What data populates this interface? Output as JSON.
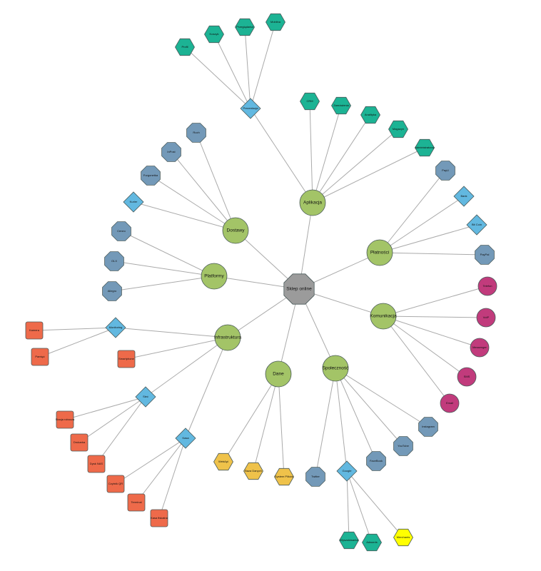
{
  "title": "Sklep online",
  "colors": {
    "root": "#9b9b9b",
    "hub": "#a3c467",
    "diamond": "#62b8e0",
    "octagon": "#7399b8",
    "teal": "#1cb394",
    "yellow_hex": "#efc24a",
    "merchants": "#ffff00",
    "circle": "#c13b7c",
    "square": "#ee6a4a",
    "edge": "#aaaaaa"
  },
  "nodes": [
    {
      "id": "root",
      "label": "Sklep online",
      "shape": "root",
      "color": "root",
      "parent": null
    },
    {
      "id": "aplikacja",
      "label": "Aplikacja",
      "shape": "hub",
      "color": "hub",
      "parent": "root"
    },
    {
      "id": "prezentacja",
      "label": "Prezentacja",
      "shape": "diamond",
      "color": "diamond",
      "parent": "aplikacja"
    },
    {
      "id": "profil",
      "label": "Profil",
      "shape": "hexagon",
      "color": "teal",
      "parent": "prezentacja"
    },
    {
      "id": "koszyk",
      "label": "Koszyk",
      "shape": "hexagon",
      "color": "teal",
      "parent": "prezentacja"
    },
    {
      "id": "przegladarka",
      "label": "Przeglądarka",
      "shape": "hexagon",
      "color": "teal",
      "parent": "prezentacja"
    },
    {
      "id": "mobilna",
      "label": "Mobilna",
      "shape": "hexagon",
      "color": "teal",
      "parent": "prezentacja"
    },
    {
      "id": "crm",
      "label": "CRM",
      "shape": "hexagon",
      "color": "teal",
      "parent": "aplikacja"
    },
    {
      "id": "zamowienia",
      "label": "Zamówienia",
      "shape": "hexagon",
      "color": "teal",
      "parent": "aplikacja"
    },
    {
      "id": "analityka",
      "label": "Analityka",
      "shape": "hexagon",
      "color": "teal",
      "parent": "aplikacja"
    },
    {
      "id": "magazyn",
      "label": "Magazyn",
      "shape": "hexagon",
      "color": "teal",
      "parent": "aplikacja"
    },
    {
      "id": "administratorzy",
      "label": "Administratorzy",
      "shape": "hexagon",
      "color": "teal",
      "parent": "aplikacja"
    },
    {
      "id": "platnosci",
      "label": "Płatności",
      "shape": "hub",
      "color": "hub",
      "parent": "root"
    },
    {
      "id": "payu",
      "label": "PayU",
      "shape": "octagon",
      "color": "octagon",
      "parent": "platnosci"
    },
    {
      "id": "bank",
      "label": "Bank",
      "shape": "diamond",
      "color": "diamond",
      "parent": "platnosci"
    },
    {
      "id": "bitcoin",
      "label": "Bit Coin",
      "shape": "diamond",
      "color": "diamond",
      "parent": "platnosci"
    },
    {
      "id": "paypal",
      "label": "PayPal",
      "shape": "octagon",
      "color": "octagon",
      "parent": "platnosci"
    },
    {
      "id": "komunikacja",
      "label": "Komunikacja",
      "shape": "hub",
      "color": "hub",
      "parent": "root"
    },
    {
      "id": "telefon",
      "label": "Telefon",
      "shape": "circle",
      "color": "circle",
      "parent": "komunikacja"
    },
    {
      "id": "voip",
      "label": "VoIP",
      "shape": "circle",
      "color": "circle",
      "parent": "komunikacja"
    },
    {
      "id": "messenger",
      "label": "Messenger",
      "shape": "circle",
      "color": "circle",
      "parent": "komunikacja"
    },
    {
      "id": "sms",
      "label": "SMS",
      "shape": "circle",
      "color": "circle",
      "parent": "komunikacja"
    },
    {
      "id": "email",
      "label": "Email",
      "shape": "circle",
      "color": "circle",
      "parent": "komunikacja"
    },
    {
      "id": "spolecznosc",
      "label": "Społeczność",
      "shape": "hub",
      "color": "hub",
      "parent": "root"
    },
    {
      "id": "instagram",
      "label": "Instagram",
      "shape": "octagon",
      "color": "octagon",
      "parent": "spolecznosc"
    },
    {
      "id": "youtube",
      "label": "YouTube",
      "shape": "octagon",
      "color": "octagon",
      "parent": "spolecznosc"
    },
    {
      "id": "facebook",
      "label": "FaceBook",
      "shape": "octagon",
      "color": "octagon",
      "parent": "spolecznosc"
    },
    {
      "id": "twitter",
      "label": "Twitter",
      "shape": "octagon",
      "color": "octagon",
      "parent": "spolecznosc"
    },
    {
      "id": "google",
      "label": "Google",
      "shape": "diamond",
      "color": "diamond",
      "parent": "spolecznosc"
    },
    {
      "id": "wyszukiwarka",
      "label": "Wyszukiwarka",
      "shape": "hexagon",
      "color": "teal",
      "parent": "google"
    },
    {
      "id": "adwords",
      "label": "Adwords",
      "shape": "hexagon",
      "color": "teal",
      "parent": "google"
    },
    {
      "id": "merchants",
      "label": "Merchants",
      "shape": "hexagon",
      "color": "merchants",
      "parent": "google"
    },
    {
      "id": "dane",
      "label": "Dane",
      "shape": "hub",
      "color": "hub",
      "parent": "root"
    },
    {
      "id": "webapi",
      "label": "WebApi",
      "shape": "hexagon",
      "color": "yellow_hex",
      "parent": "dane"
    },
    {
      "id": "bazadanych",
      "label": "Baza Danych",
      "shape": "hexagon",
      "color": "yellow_hex",
      "parent": "dane"
    },
    {
      "id": "systemplikow",
      "label": "System Plików",
      "shape": "hexagon",
      "color": "yellow_hex",
      "parent": "dane"
    },
    {
      "id": "infrastruktura",
      "label": "Infrastruktura",
      "shape": "hub",
      "color": "hub",
      "parent": "root"
    },
    {
      "id": "monitoring",
      "label": "Monitoring",
      "shape": "diamond",
      "color": "diamond",
      "parent": "infrastruktura"
    },
    {
      "id": "kamera",
      "label": "Kamera",
      "shape": "square",
      "color": "square",
      "parent": "monitoring"
    },
    {
      "id": "pamiec",
      "label": "Pamięć",
      "shape": "square",
      "color": "square",
      "parent": "monitoring"
    },
    {
      "id": "smartphone",
      "label": "Smartphone",
      "shape": "square",
      "color": "square",
      "parent": "infrastruktura"
    },
    {
      "id": "siec",
      "label": "Sieć",
      "shape": "diamond",
      "color": "diamond",
      "parent": "infrastruktura"
    },
    {
      "id": "stacjarobocza",
      "label": "Stacja robocza",
      "shape": "square",
      "color": "square",
      "parent": "siec"
    },
    {
      "id": "drukarka",
      "label": "Drukarka",
      "shape": "square",
      "color": "square",
      "parent": "siec"
    },
    {
      "id": "dysknas",
      "label": "Dysk NAS",
      "shape": "square",
      "color": "square",
      "parent": "siec"
    },
    {
      "id": "kasa",
      "label": "Kasa",
      "shape": "diamond",
      "color": "diamond",
      "parent": "infrastruktura"
    },
    {
      "id": "czytnikqr",
      "label": "Czytnik QR",
      "shape": "square",
      "color": "square",
      "parent": "kasa"
    },
    {
      "id": "terminal",
      "label": "Terminal",
      "shape": "square",
      "color": "square",
      "parent": "kasa"
    },
    {
      "id": "kasafiskalna",
      "label": "Kasa fiskalna",
      "shape": "square",
      "color": "square",
      "parent": "kasa"
    },
    {
      "id": "platformy",
      "label": "Platformy",
      "shape": "hub",
      "color": "hub",
      "parent": "root"
    },
    {
      "id": "ceneo",
      "label": "Ceneo",
      "shape": "octagon",
      "color": "octagon",
      "parent": "platformy"
    },
    {
      "id": "olx",
      "label": "OLX",
      "shape": "octagon",
      "color": "octagon",
      "parent": "platformy"
    },
    {
      "id": "allegro",
      "label": "Allegro",
      "shape": "octagon",
      "color": "octagon",
      "parent": "platformy"
    },
    {
      "id": "dostawy",
      "label": "Dostawy",
      "shape": "hub",
      "color": "hub",
      "parent": "root"
    },
    {
      "id": "kurier",
      "label": "Kurier",
      "shape": "diamond",
      "color": "diamond",
      "parent": "dostawy"
    },
    {
      "id": "furgonetka",
      "label": "Furgonetka",
      "shape": "octagon",
      "color": "octagon",
      "parent": "dostawy"
    },
    {
      "id": "inpost",
      "label": "InPost",
      "shape": "octagon",
      "color": "octagon",
      "parent": "dostawy"
    },
    {
      "id": "ruch",
      "label": "Ruch",
      "shape": "octagon",
      "color": "octagon",
      "parent": "dostawy"
    }
  ]
}
